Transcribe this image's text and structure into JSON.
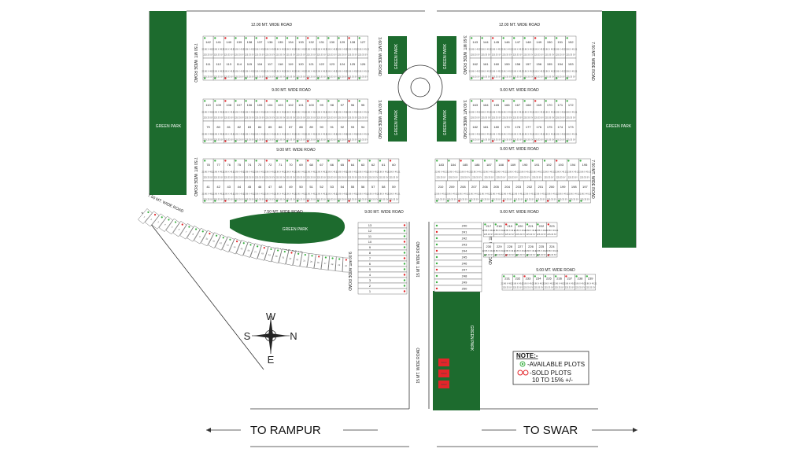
{
  "roads": {
    "top_left": "12.00 MT. WIDE ROAD",
    "top_right": "12.00 MT. WIDE ROAD",
    "side_750": "7.50 MT. WIDE ROAD",
    "mid_360": "3.60 MT. WIDE ROAD",
    "row_900": "9.00 MT. WIDE ROAD",
    "row_750": "7.50 MT. WIDE ROAD",
    "main_15": "15 MT. WIDE ROAD"
  },
  "parks": {
    "green_park": "GREEN PARK"
  },
  "destinations": {
    "left": "TO RAMPUR",
    "right": "TO SWAR"
  },
  "compass": {
    "n": "N",
    "s": "S",
    "e": "E",
    "w": "W"
  },
  "note": {
    "title": "NOTE:-",
    "available": "-AVAILABLE PLOTS",
    "sold": "-SOLD PLOTS",
    "tolerance": "10 TO 15% +/-"
  },
  "plot_size": "22.86 X 49.21",
  "plot_area": "225.33 SY",
  "sold_tags": [
    "SOLD",
    "SOLD",
    "SOLD"
  ],
  "colors": {
    "park": "#1d6b2e",
    "available": "#3cb043",
    "sold": "#e3262a",
    "plot_border": "#555555",
    "highlight": "#d13fbf"
  },
  "plots": {
    "b1_top": [
      "142",
      "141",
      "140",
      "139",
      "138",
      "137",
      "136",
      "135",
      "134",
      "133",
      "132",
      "131",
      "130",
      "129",
      "128",
      "127"
    ],
    "b1_bot": [
      "111",
      "112",
      "113",
      "114",
      "115",
      "116",
      "117",
      "118",
      "119",
      "120",
      "121",
      "122",
      "123",
      "124",
      "125",
      "126"
    ],
    "b2_top": [
      "110",
      "109",
      "108",
      "107",
      "106",
      "105",
      "104",
      "103",
      "102",
      "101",
      "100",
      "99",
      "98",
      "97",
      "96",
      "95"
    ],
    "b2_bot": [
      "79",
      "80",
      "81",
      "82",
      "83",
      "84",
      "85",
      "86",
      "87",
      "88",
      "89",
      "90",
      "91",
      "92",
      "93",
      "94"
    ],
    "b3_top": [
      "143",
      "144",
      "145",
      "146",
      "147",
      "148",
      "149",
      "150",
      "151",
      "152"
    ],
    "b3_bot": [
      "162",
      "161",
      "160",
      "159",
      "158",
      "157",
      "156",
      "155",
      "154",
      "153"
    ],
    "b4_top": [
      "163",
      "164",
      "165",
      "166",
      "167",
      "168",
      "169",
      "170",
      "171",
      "172"
    ],
    "b4_bot": [
      "182",
      "181",
      "180",
      "179",
      "178",
      "177",
      "176",
      "175",
      "174",
      "173"
    ],
    "b5_top": [
      "78",
      "77",
      "76",
      "75",
      "74",
      "73",
      "72",
      "71",
      "70",
      "69",
      "68",
      "67",
      "66",
      "65",
      "64",
      "63",
      "62",
      "61",
      "60"
    ],
    "b5_bot": [
      "41",
      "42",
      "43",
      "44",
      "45",
      "46",
      "47",
      "48",
      "49",
      "50",
      "51",
      "52",
      "53",
      "54",
      "55",
      "56",
      "57",
      "58",
      "59"
    ],
    "b6_top": [
      "183",
      "184",
      "185",
      "186",
      "187",
      "188",
      "189",
      "190",
      "191",
      "192",
      "193",
      "194",
      "195"
    ],
    "b6_bot": [
      "210",
      "209",
      "208",
      "207",
      "206",
      "205",
      "204",
      "203",
      "202",
      "201",
      "200",
      "199",
      "198",
      "197"
    ],
    "diag": [
      "1",
      "2",
      "3",
      "4",
      "5",
      "6",
      "7",
      "8",
      "9",
      "10",
      "11",
      "12",
      "13",
      "14",
      "15",
      "16",
      "17",
      "18",
      "19",
      "20",
      "21",
      "22",
      "23",
      "24",
      "25",
      "26",
      "27",
      "28",
      "29",
      "30"
    ],
    "mid_col": [
      "13",
      "12",
      "11",
      "10",
      "9",
      "8",
      "7",
      "6",
      "5",
      "4",
      "3",
      "2",
      "1"
    ],
    "right_col": [
      "240",
      "241",
      "242",
      "243",
      "244",
      "245",
      "246",
      "247",
      "248",
      "249",
      "250"
    ],
    "b7_top": [
      "217",
      "218",
      "219",
      "220",
      "221",
      "222",
      "223"
    ],
    "b7_bot": [
      "230",
      "229",
      "228",
      "227",
      "226",
      "225",
      "224"
    ],
    "b8": [
      "231",
      "232",
      "233",
      "234",
      "235",
      "236",
      "237",
      "238",
      "239"
    ]
  }
}
